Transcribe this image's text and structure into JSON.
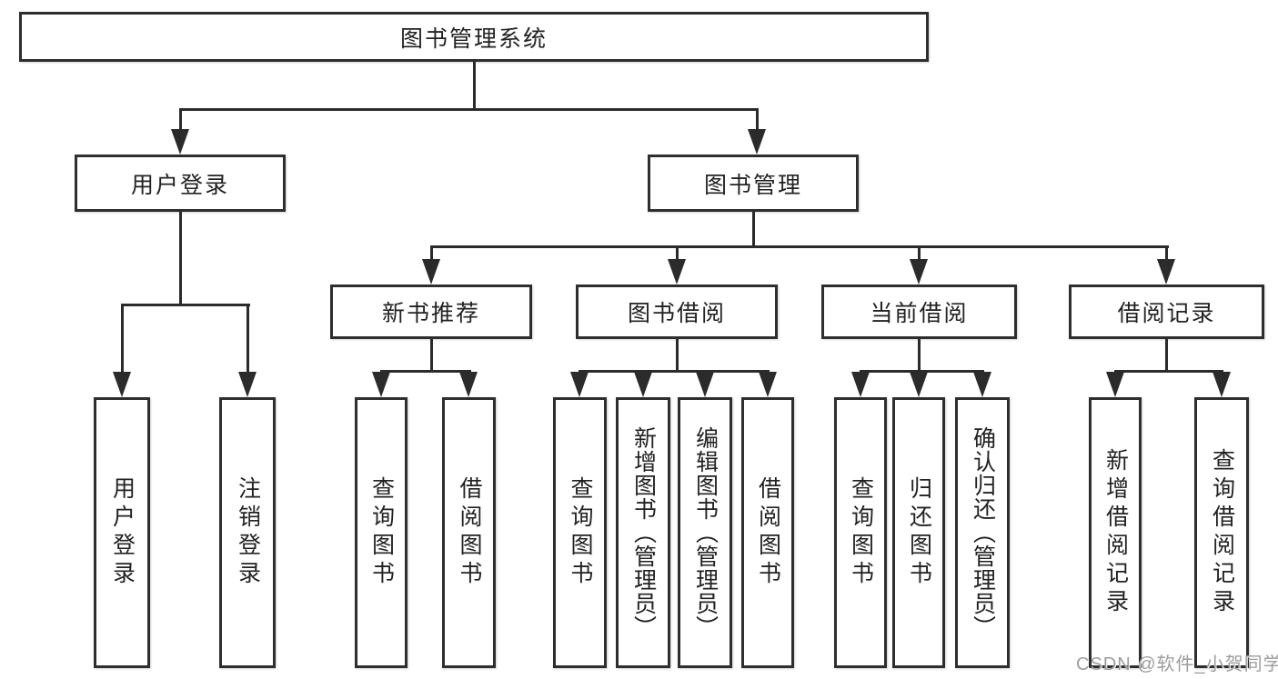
{
  "diagram": {
    "root": "图书管理系统",
    "branches": [
      {
        "label": "用户登录",
        "children": [
          "用户登录",
          "注销登录"
        ]
      },
      {
        "label": "图书管理",
        "groups": [
          {
            "label": "新书推荐",
            "children": [
              "查询图书",
              "借阅图书"
            ]
          },
          {
            "label": "图书借阅",
            "children": [
              "查询图书",
              "新增图书（管理员）",
              "编辑图书（管理员）",
              "借阅图书"
            ]
          },
          {
            "label": "当前借阅",
            "children": [
              "查询图书",
              "归还图书",
              "确认归还（管理员）"
            ]
          },
          {
            "label": "借阅记录",
            "children": [
              "新增借阅记录",
              "查询借阅记录"
            ]
          }
        ]
      }
    ]
  },
  "watermark": "CSDN @软件_小贺同学",
  "colors": {
    "line": "#2b2b2b",
    "border": "#2e2e2e",
    "fill": "#ffffff",
    "text": "#222222",
    "watermark": "#9d9d9d",
    "background": "#ffffff"
  }
}
